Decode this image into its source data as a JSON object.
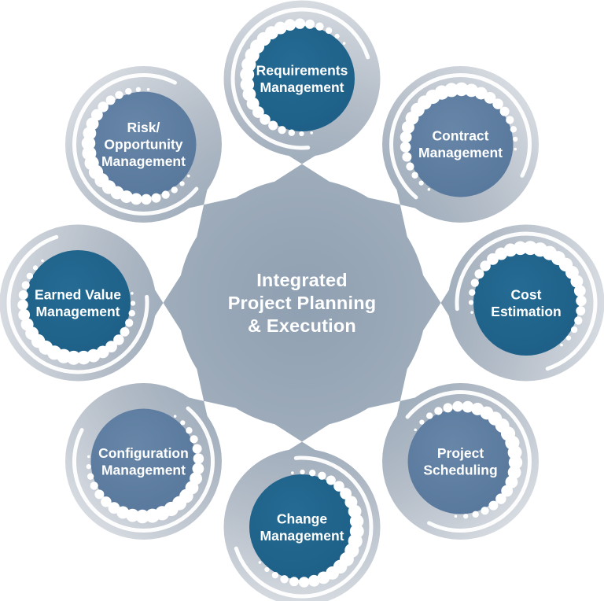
{
  "diagram": {
    "title": "Integrated Project Planning & Execution",
    "hub": {
      "lines": [
        "Integrated",
        "Project Planning",
        "& Execution"
      ]
    },
    "nodes": [
      {
        "id": "requirements-management",
        "lines": [
          "Requirements",
          "Management"
        ],
        "tone": "dark",
        "angle": 0
      },
      {
        "id": "contract-management",
        "lines": [
          "Contract",
          "Management"
        ],
        "tone": "steel",
        "angle": 45
      },
      {
        "id": "cost-estimation",
        "lines": [
          "Cost",
          "Estimation"
        ],
        "tone": "dark",
        "angle": 90
      },
      {
        "id": "project-scheduling",
        "lines": [
          "Project",
          "Scheduling"
        ],
        "tone": "steel",
        "angle": 135
      },
      {
        "id": "change-management",
        "lines": [
          "Change",
          "Management"
        ],
        "tone": "dark",
        "angle": 180
      },
      {
        "id": "configuration-management",
        "lines": [
          "Configuration",
          "Management"
        ],
        "tone": "steel",
        "angle": 225
      },
      {
        "id": "earned-value-management",
        "lines": [
          "Earned Value",
          "Management"
        ],
        "tone": "dark",
        "angle": 270
      },
      {
        "id": "risk-opportunity-management",
        "lines": [
          "Risk/",
          "Opportunity",
          "Management"
        ],
        "tone": "steel",
        "angle": 315
      }
    ],
    "colors": {
      "background": "#ffffff",
      "node_dark_center": "#256b93",
      "node_dark_edge": "#1b5c84",
      "node_steel_center": "#6786a8",
      "node_steel_edge": "#547499",
      "body_center": "#8fa0b2",
      "body_mid": "#9dabba",
      "body_outer": "#b4bdc8",
      "body_far": "#c9cfd7",
      "body_edge": "#e6e9ed",
      "dot_color": "#ffffff",
      "gap_arc_color": "#ffffff",
      "text_color": "#ffffff"
    }
  }
}
